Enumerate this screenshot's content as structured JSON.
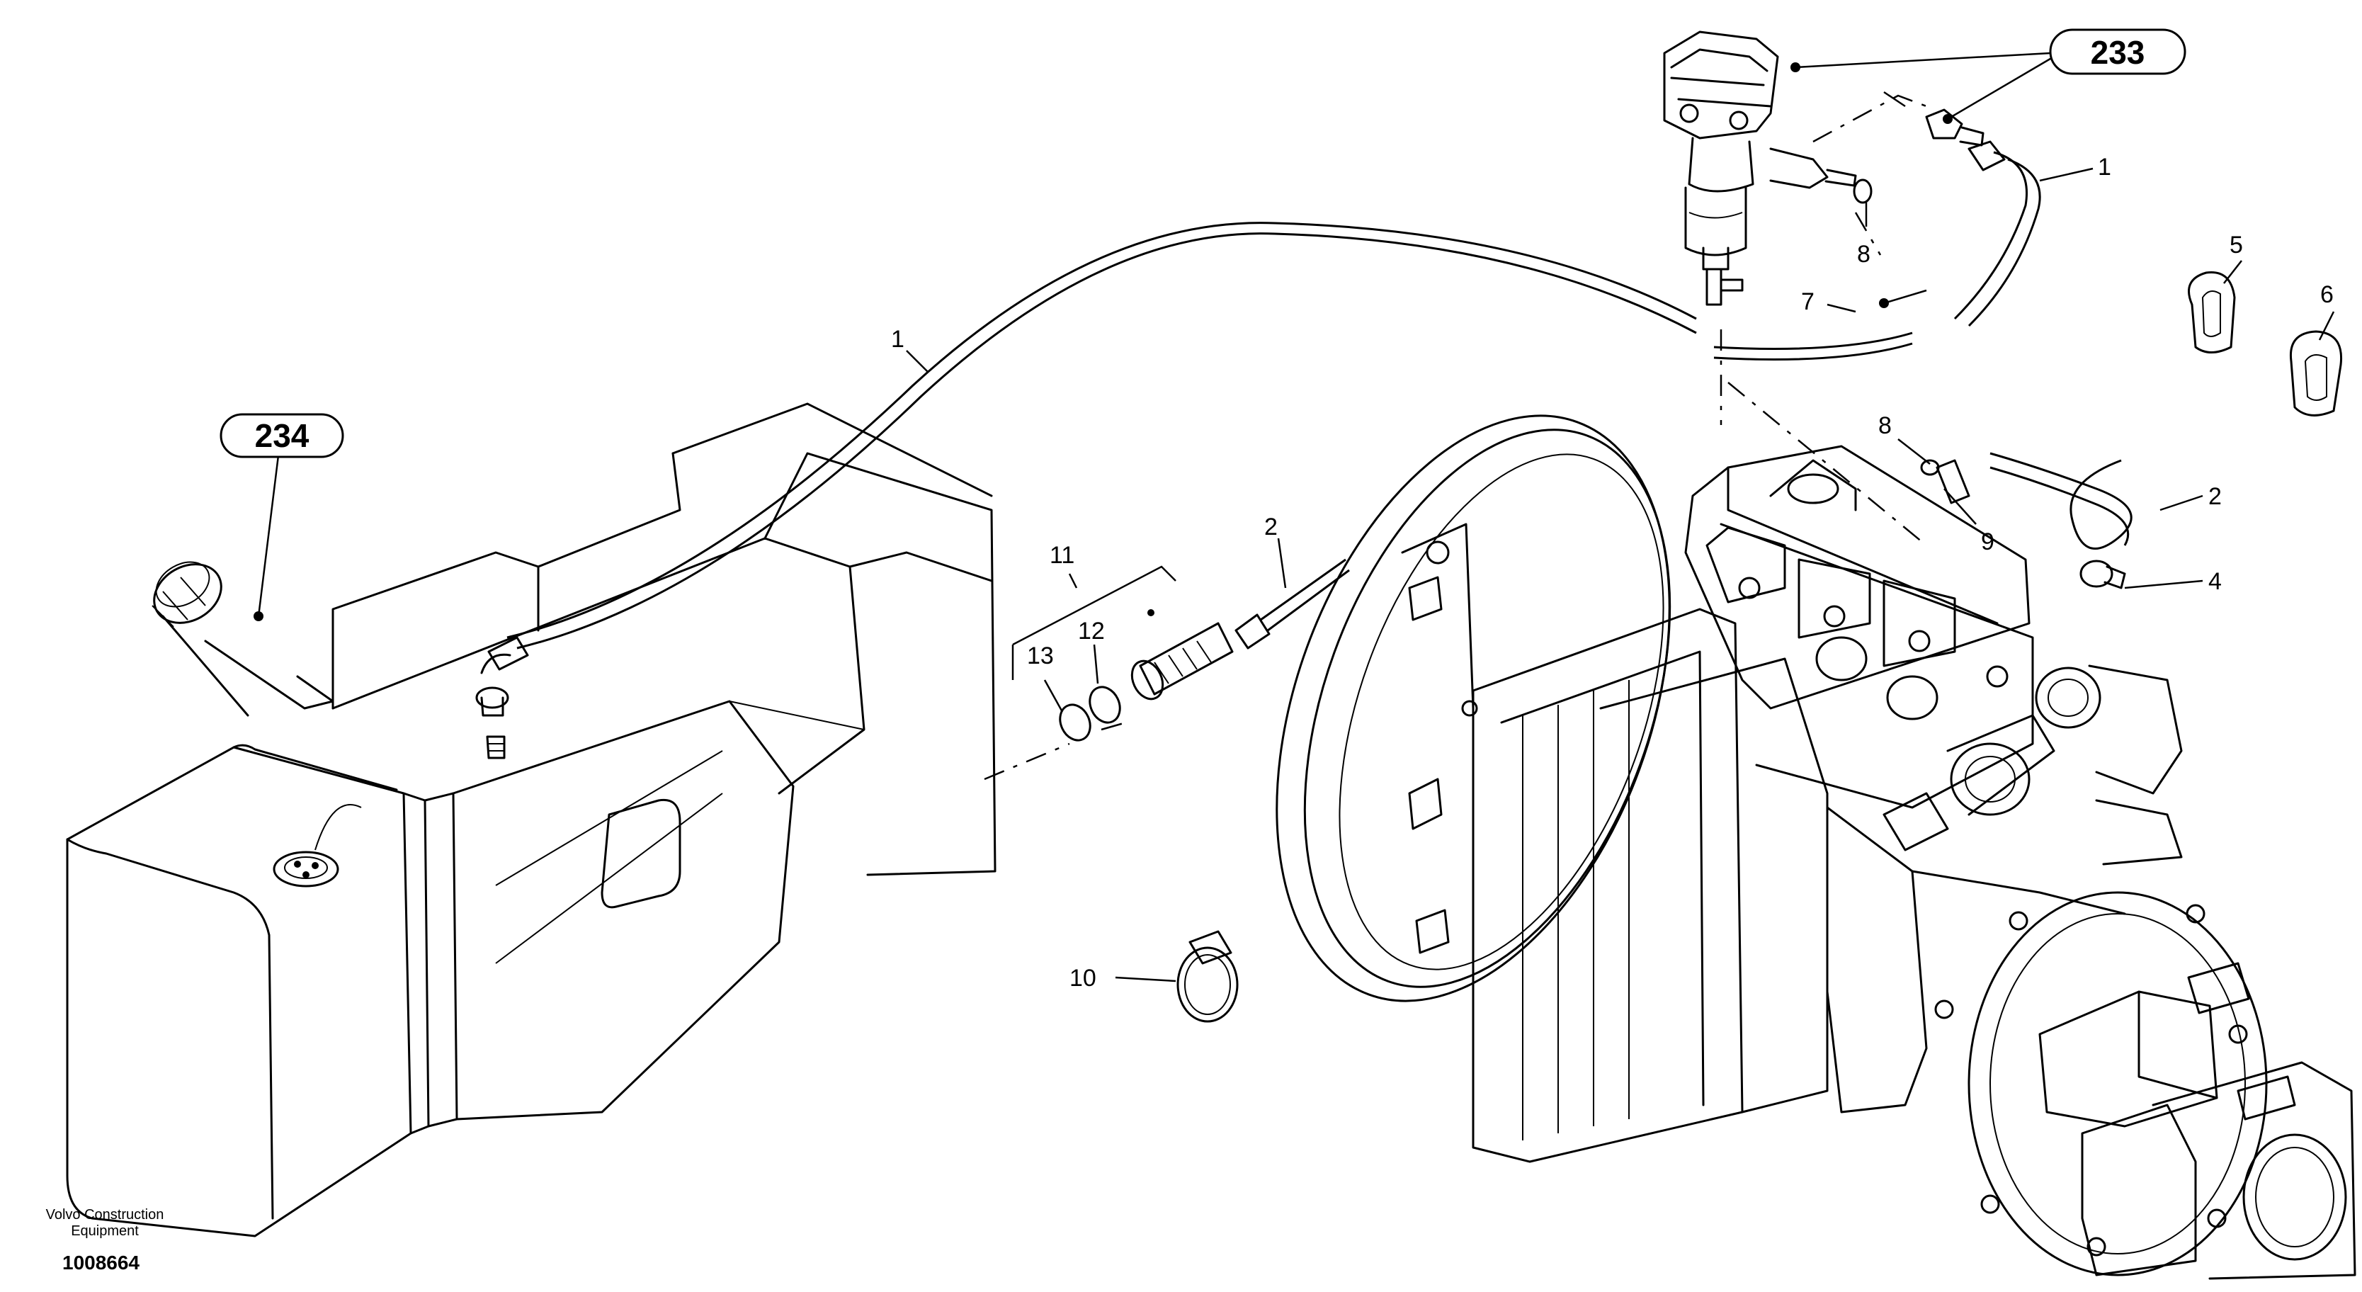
{
  "callouts": {
    "ref_233": "233",
    "ref_234": "234",
    "n1_top": "1",
    "n1_left": "1",
    "n2_top": "2",
    "n2_right": "2",
    "n4": "4",
    "n5": "5",
    "n6": "6",
    "n7": "7",
    "n8_top": "8",
    "n8_mid": "8",
    "n9": "9",
    "n10": "10",
    "n11": "11",
    "n12": "12",
    "n13": "13"
  },
  "footer": {
    "company_line1": "Volvo Construction",
    "company_line2": "Equipment",
    "drawing_number": "1008664"
  }
}
